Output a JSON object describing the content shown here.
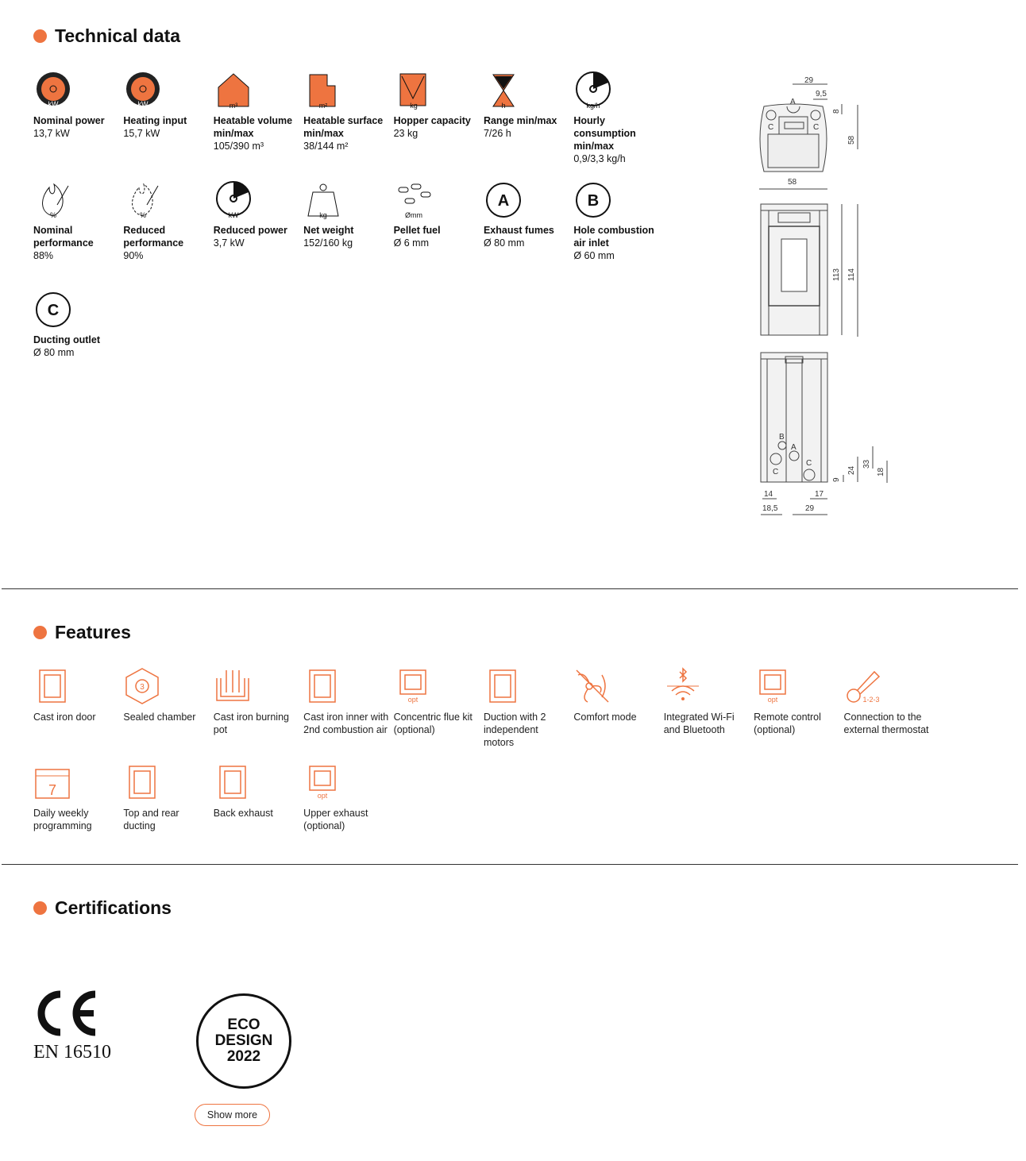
{
  "accent": "#ee7440",
  "technical": {
    "title": "Technical data",
    "items": [
      {
        "icon": "power-gauge-icon",
        "label": "Nominal power",
        "value": "13,7 kW",
        "unit": "kW"
      },
      {
        "icon": "flame-gauge-icon",
        "label": "Heating input",
        "value": "15,7 kW",
        "unit": "kW"
      },
      {
        "icon": "house-icon",
        "label": "Heatable volume min/max",
        "value": "105/390 m³",
        "unit": "m³"
      },
      {
        "icon": "floorplan-icon",
        "label": "Heatable surface min/max",
        "value": "38/144 m²",
        "unit": "m²"
      },
      {
        "icon": "hopper-icon",
        "label": "Hopper capacity",
        "value": "23 kg",
        "unit": "kg"
      },
      {
        "icon": "hourglass-icon",
        "label": "Range min/max",
        "value": "7/26 h",
        "unit": "h"
      },
      {
        "icon": "consumption-gauge-icon",
        "label": "Hourly consumption min/max",
        "value": "0,9/3,3 kg/h",
        "unit": "kg/h"
      },
      {
        "icon": "flame-percent-icon",
        "label": "Nominal performance",
        "value": "88%",
        "unit": "%"
      },
      {
        "icon": "flame-percent-dashed-icon",
        "label": "Reduced performance",
        "value": "90%",
        "unit": "%"
      },
      {
        "icon": "reduced-gauge-icon",
        "label": "Reduced power",
        "value": "3,7 kW",
        "unit": "kW"
      },
      {
        "icon": "weight-icon",
        "label": "Net weight",
        "value": "152/160 kg",
        "unit": "kg"
      },
      {
        "icon": "pellets-icon",
        "label": "Pellet fuel",
        "value": "Ø 6 mm",
        "unit": "Ømm"
      },
      {
        "icon": "letter-a-icon",
        "label": "Exhaust fumes",
        "value": "Ø 80 mm",
        "unit": "A"
      },
      {
        "icon": "letter-b-icon",
        "label": "Hole combustion air inlet",
        "value": "Ø 60 mm",
        "unit": "B"
      },
      {
        "icon": "letter-c-icon",
        "label": "Ducting outlet",
        "value": "Ø 80 mm",
        "unit": "C"
      }
    ]
  },
  "dimensions": {
    "top_width": "29",
    "top_offset": "9,5",
    "depth_small": "8",
    "depth": "58",
    "width": "58",
    "height_1": "113",
    "height_2": "114",
    "a": "A",
    "b": "B",
    "c": "C",
    "bottom_9": "9",
    "bottom_24": "24",
    "bottom_33": "33",
    "bottom_18": "18",
    "left_14": "14",
    "right_17": "17",
    "left_18_5": "18,5",
    "bottom_29": "29"
  },
  "features": {
    "title": "Features",
    "items": [
      {
        "icon": "cast-iron-door-icon",
        "label": "Cast iron door"
      },
      {
        "icon": "sealed-chamber-icon",
        "label": "Sealed chamber",
        "badge": "3"
      },
      {
        "icon": "burning-pot-icon",
        "label": "Cast iron burning pot"
      },
      {
        "icon": "cast-iron-inner-icon",
        "label": "Cast iron inner with 2nd combustion air"
      },
      {
        "icon": "concentric-flue-icon",
        "label": "Concentric flue kit (optional)",
        "badge": "opt"
      },
      {
        "icon": "dual-motors-icon",
        "label": "Duction with 2 independent motors"
      },
      {
        "icon": "comfort-mode-icon",
        "label": "Comfort mode"
      },
      {
        "icon": "wifi-bluetooth-icon",
        "label": "Integrated Wi-Fi and Bluetooth"
      },
      {
        "icon": "remote-control-icon",
        "label": "Remote control (optional)",
        "badge": "opt"
      },
      {
        "icon": "thermostat-icon",
        "label": "Connection to the external thermostat",
        "badge": "1-2-3"
      },
      {
        "icon": "calendar-icon",
        "label": "Daily weekly programming",
        "badge": "7"
      },
      {
        "icon": "top-rear-ducting-icon",
        "label": "Top and rear ducting"
      },
      {
        "icon": "back-exhaust-icon",
        "label": "Back exhaust"
      },
      {
        "icon": "upper-exhaust-icon",
        "label": "Upper exhaust (optional)",
        "badge": "opt"
      }
    ]
  },
  "certifications": {
    "title": "Certifications",
    "ce_mark": "CE",
    "en_standard": "EN 16510",
    "eco_design": [
      "ECO",
      "DESIGN",
      "2022"
    ],
    "show_more": "Show more"
  }
}
